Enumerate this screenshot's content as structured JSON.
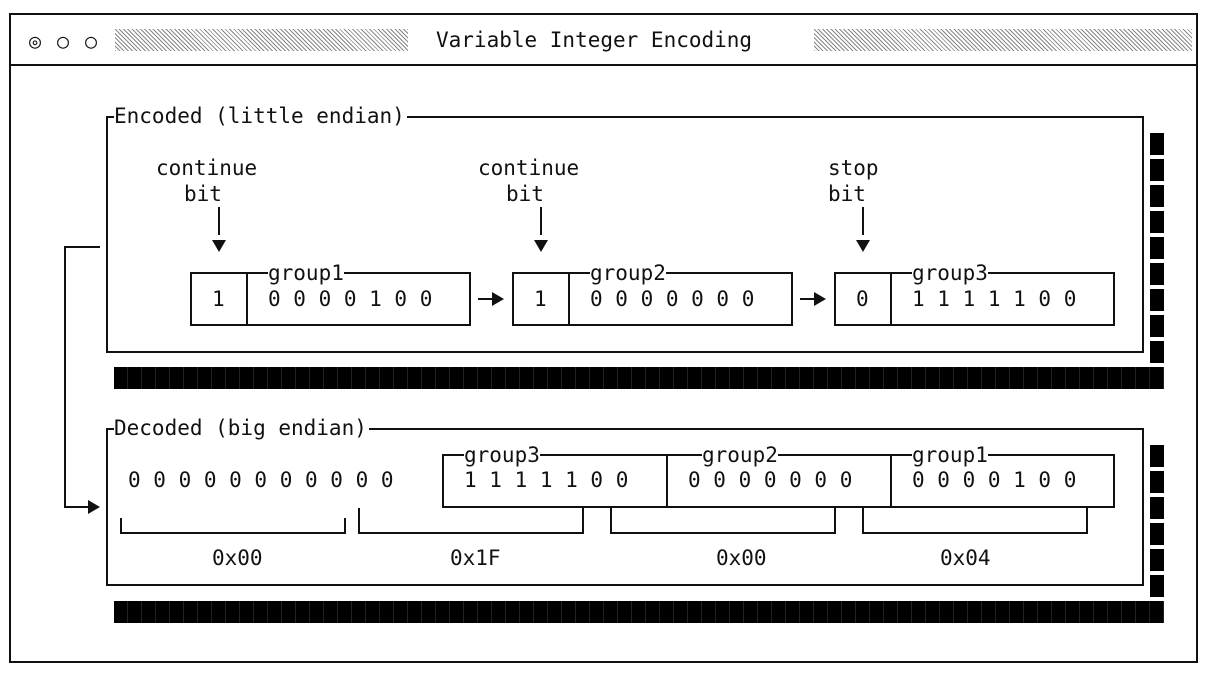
{
  "window": {
    "title": "Variable Integer Encoding",
    "controls": [
      "◎",
      "○",
      "○"
    ]
  },
  "encoded": {
    "title": "Encoded (little endian)",
    "labels": [
      {
        "line1": "continue",
        "line2": "bit"
      },
      {
        "line1": "continue",
        "line2": "bit"
      },
      {
        "line1": "stop",
        "line2": "bit"
      }
    ],
    "groups": [
      {
        "name": "group1",
        "flag": "1",
        "bits": "0 0 0 0 1 0 0"
      },
      {
        "name": "group2",
        "flag": "1",
        "bits": "0 0 0 0 0 0 0"
      },
      {
        "name": "group3",
        "flag": "0",
        "bits": "1 1 1 1 1 0 0"
      }
    ]
  },
  "decoded": {
    "title": "Decoded (big endian)",
    "padding_bits": "0 0 0 0 0 0 0 0 0 0 0",
    "groups": [
      {
        "name": "group3",
        "bits": "1 1 1 1 1 0 0"
      },
      {
        "name": "group2",
        "bits": "0 0 0 0 0 0 0"
      },
      {
        "name": "group1",
        "bits": "0 0 0 0 1 0 0"
      }
    ],
    "bytes": [
      "0x00",
      "0x1F",
      "0x00",
      "0x04"
    ]
  }
}
